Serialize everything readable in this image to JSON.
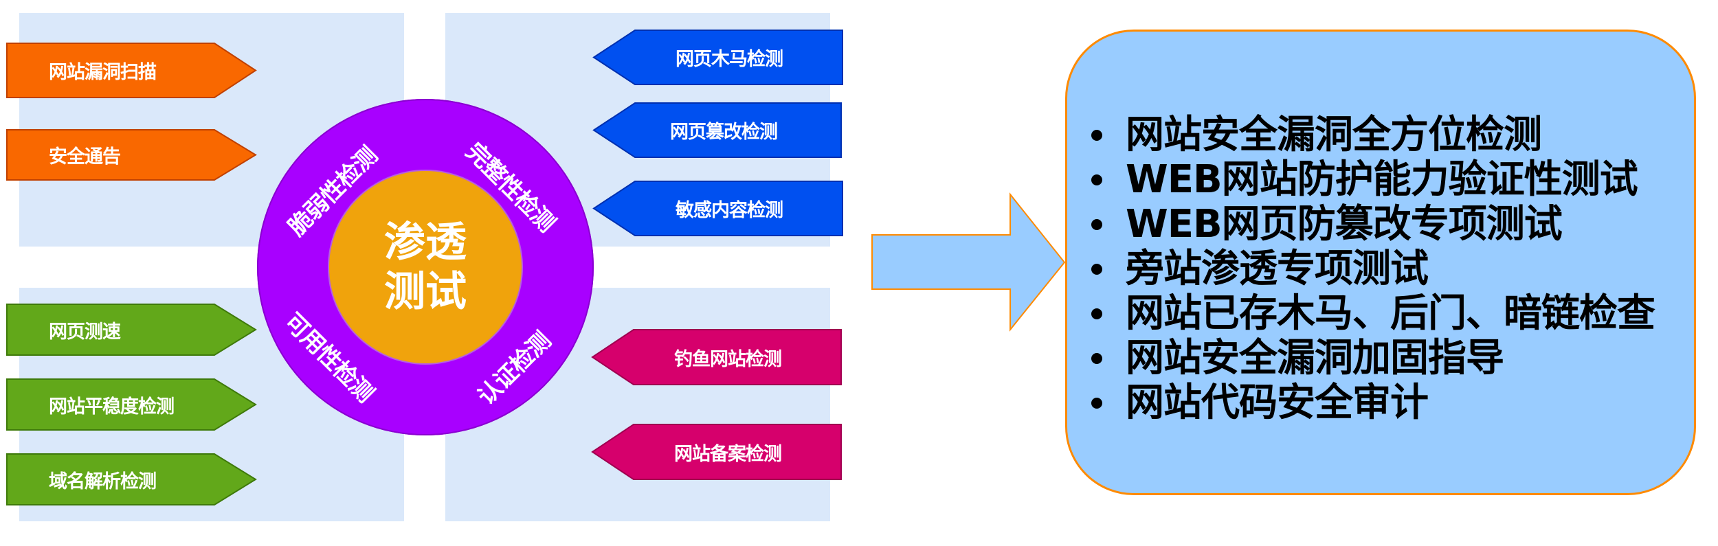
{
  "colors": {
    "panel_bg": "#DAE8FA",
    "orange": "#F96800",
    "orange_border": "#C04000",
    "green": "#62A81A",
    "green_border": "#3E7A0A",
    "blue": "#0050F0",
    "blue_border": "#0030B0",
    "pink": "#D6006C",
    "pink_border": "#A00050",
    "ring": "#A800FF",
    "core": "#F0A30C",
    "result_box": "#99CCFF",
    "result_border": "#FF8A00"
  },
  "left_top_tags": [
    {
      "label": "网站漏洞扫描"
    },
    {
      "label": "安全通告"
    }
  ],
  "left_bottom_tags": [
    {
      "label": "网页测速"
    },
    {
      "label": "网站平稳度检测"
    },
    {
      "label": "域名解析检测"
    }
  ],
  "right_top_tags": [
    {
      "label": "网页木马检测"
    },
    {
      "label": "网页篡改检测"
    },
    {
      "label": "敏感内容检测"
    }
  ],
  "right_bottom_tags": [
    {
      "label": "钓鱼网站检测"
    },
    {
      "label": "网站备案检测"
    }
  ],
  "center": {
    "title_line1": "渗透",
    "title_line2": "测试",
    "ring_labels": {
      "top_left": "脆弱性检测",
      "top_right": "完整性检测",
      "bottom_left": "可用性检测",
      "bottom_right": "认证检测"
    }
  },
  "results": {
    "items": [
      "网站安全漏洞全方位检测",
      "WEB网站防护能力验证性测试",
      "WEB网页防篡改专项测试",
      "旁站渗透专项测试",
      "网站已存木马、后门、暗链检查",
      "网站安全漏洞加固指导",
      "网站代码安全审计"
    ]
  }
}
